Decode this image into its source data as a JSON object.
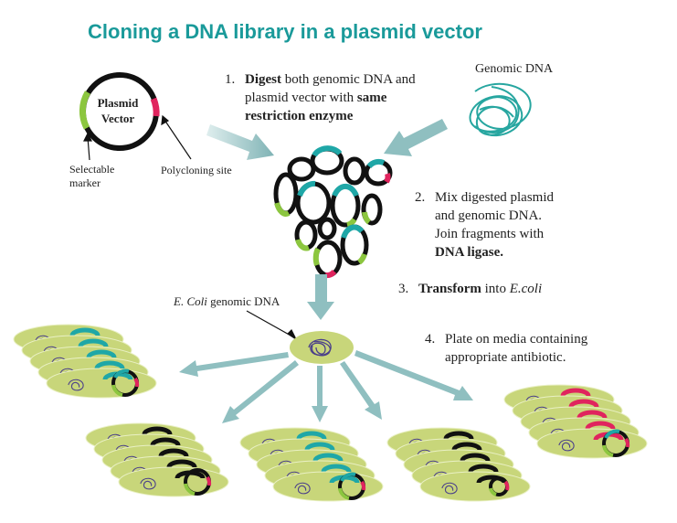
{
  "title": "Cloning a DNA library in a plasmid vector",
  "labels": {
    "plasmid_line1": "Plasmid",
    "plasmid_line2": "Vector",
    "genomic_dna": "Genomic DNA",
    "selectable_marker_line1": "Selectable",
    "selectable_marker_line2": "marker",
    "polycloning_site": "Polycloning site",
    "ecoli_genomic_italic": "E. Coli",
    "ecoli_genomic_rest": " genomic DNA"
  },
  "steps": [
    {
      "num": "1.",
      "bold1": "Digest",
      "text1": " both genomic DNA and",
      "text2": "plasmid vector with ",
      "bold2": "same",
      "bold3": "restriction enzyme"
    },
    {
      "num": "2.",
      "text1": "Mix digested plasmid",
      "text2": "and genomic DNA.",
      "text3": "Join fragments with",
      "bold1": "DNA ligase",
      "text4": "."
    },
    {
      "num": "3.",
      "bold1": "Transform",
      "text1": " into ",
      "italic1": "E.coli"
    },
    {
      "num": "4.",
      "text1": "Plate on media containing",
      "text2": "appropriate antibiotic."
    }
  ],
  "colors": {
    "title": "#1a9a9a",
    "cell": "#c8d67a",
    "plasmid": "#111111",
    "insert": "#1fa7a7",
    "marker": "#8cc63f",
    "site": "#e0245e",
    "genomic": "#27a6a0",
    "arrow": "#9ec9c9"
  }
}
